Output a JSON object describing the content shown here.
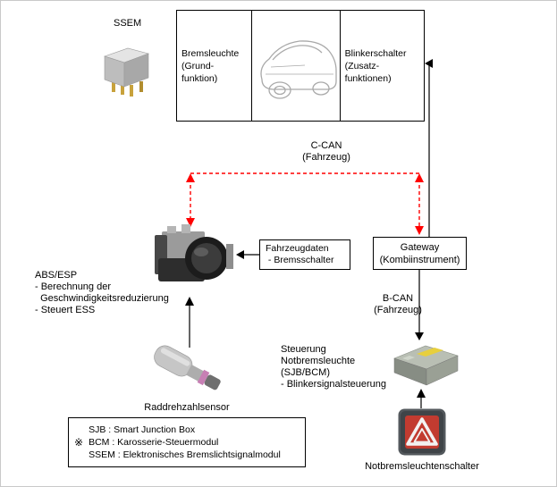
{
  "labels": {
    "ssem": "SSEM",
    "brake_light_cell": "Bremsleuchte\n(Grund-\nfunktion)",
    "turn_switch_cell": "Blinkerschalter\n(Zusatz-\nfunktionen)",
    "c_can": "C-CAN\n(Fahrzeug)",
    "vehicle_data_box": "Fahrzeugdaten\n - Bremsschalter",
    "gateway_box": "Gateway\n(Kombiinstrument)",
    "abs_esp_block": "ABS/ESP\n- Berechnung der\n  Geschwindigkeitsreduzierung\n- Steuert ESS",
    "b_can": "B-CAN\n(Fahrzeug)",
    "wheel_speed_sensor": "Raddrehzahlsensor",
    "ess_control_block": "Steuerung\nNotbremsleuchte\n(SJB/BCM)\n- Blinkersignalsteuerung",
    "hazard_switch": "Notbremsleuchtenschalter",
    "note_marker": "※",
    "note_line_sjb": "SJB : Smart Junction Box",
    "note_line_bcm": "BCM : Karosserie-Steuermodul",
    "note_line_ssem": "SSEM : Elektronisches Bremslichtsignalmodul"
  },
  "icons": {
    "ssem_relay": "relay-module",
    "car_sketch": "car-rear-sketch",
    "abs_unit": "abs-esp-hydraulic-unit",
    "wheel_sensor": "wheel-speed-sensor",
    "sjb_module": "sjb-bcm-module",
    "hazard_button": "hazard-switch-button"
  },
  "colors": {
    "can_bus_line": "#ff0000",
    "arrow_line": "#000000",
    "box_border": "#000000",
    "hazard_button_red": "#c23b30",
    "relay_pin_gold": "#c8a23c",
    "sjb_label_yellow": "#e7cf3e",
    "background": "#ffffff"
  }
}
